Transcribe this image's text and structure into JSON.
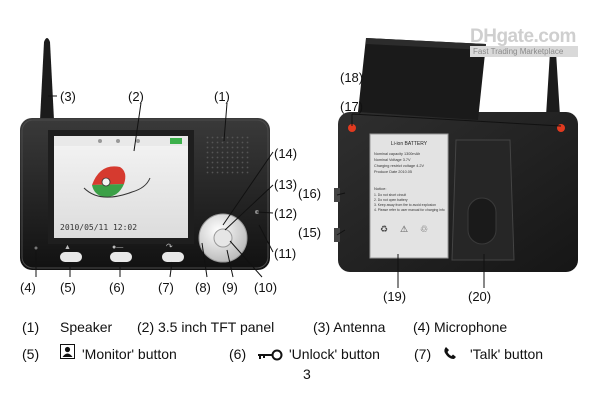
{
  "watermark": {
    "logo": "DHgate.com",
    "tagline": "Fast Trading Marketplace"
  },
  "screen": {
    "timestamp": "2010/05/11 12:02"
  },
  "battery_label": {
    "brand": "Li-ion BATTERY",
    "line1": "Nominal capacity 1300mAh",
    "line2": "Nominal Voltage 3.7V",
    "line3": "Charging restrict voltage 4.2V",
    "line4": "Produce Date 2010.05",
    "notice_title": "Notice:",
    "notice1": "1. Do not short circuit",
    "notice2": "2. Do not open battery",
    "notice3": "3. Keep away from fire to avoid explosion",
    "notice4": "4. Please refer to user manual for charging info"
  },
  "callouts": {
    "c1": "(1)",
    "c2": "(2)",
    "c3": "(3)",
    "c4": "(4)",
    "c5": "(5)",
    "c6": "(6)",
    "c7": "(7)",
    "c8": "(8)",
    "c9": "(9)",
    "c10": "(10)",
    "c11": "(11)",
    "c12": "(12)",
    "c13": "(13)",
    "c14": "(14)",
    "c15": "(15)",
    "c16": "(16)",
    "c17": "(17)",
    "c18": "(18)",
    "c19": "(19)",
    "c20": "(20)"
  },
  "legend": {
    "row1": {
      "n1": "(1)",
      "t1": "Speaker",
      "n2": "(2) 3.5 inch TFT panel",
      "n3": "(3) Antenna",
      "n4": "(4) Microphone"
    },
    "row2": {
      "n5": "(5)",
      "t5": "'Monitor' button",
      "n6": "(6)",
      "t6": "'Unlock' button",
      "n7": "(7)",
      "t7": "'Talk'   button"
    },
    "page_number": "3"
  }
}
